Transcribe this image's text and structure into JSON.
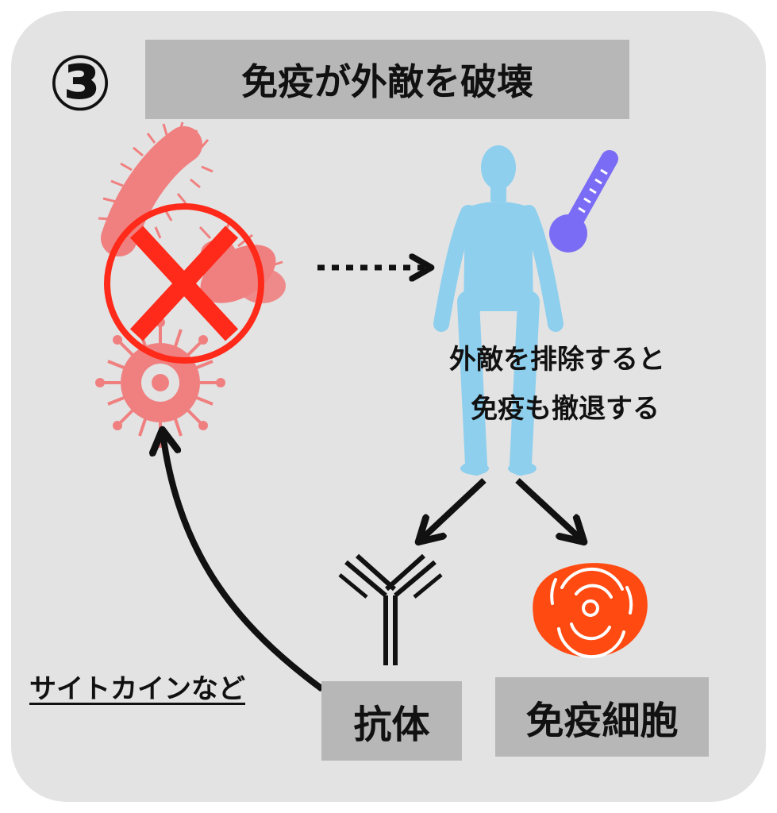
{
  "step_number": "③",
  "title": "免疫が外敵を破壊",
  "caption": {
    "line1": "外敵を排除すると",
    "line2": "免疫も撤退する"
  },
  "labels": {
    "antibody": "抗体",
    "immune_cell": "免疫細胞",
    "cytokine": "サイトカインなど"
  },
  "colors": {
    "panel": "#e3e3e3",
    "label_box": "#b7b7b7",
    "pathogen": "#f08080",
    "cross": "#ff2a1a",
    "human": "#8ecfee",
    "thermometer": "#7b6cf5",
    "immune_cell": "#ff4a12"
  },
  "icons": {
    "pathogen": "pathogen-cluster-icon",
    "human": "human-body-icon",
    "thermometer": "thermometer-icon",
    "antibody": "antibody-icon",
    "immune_cell": "immune-cell-icon"
  }
}
